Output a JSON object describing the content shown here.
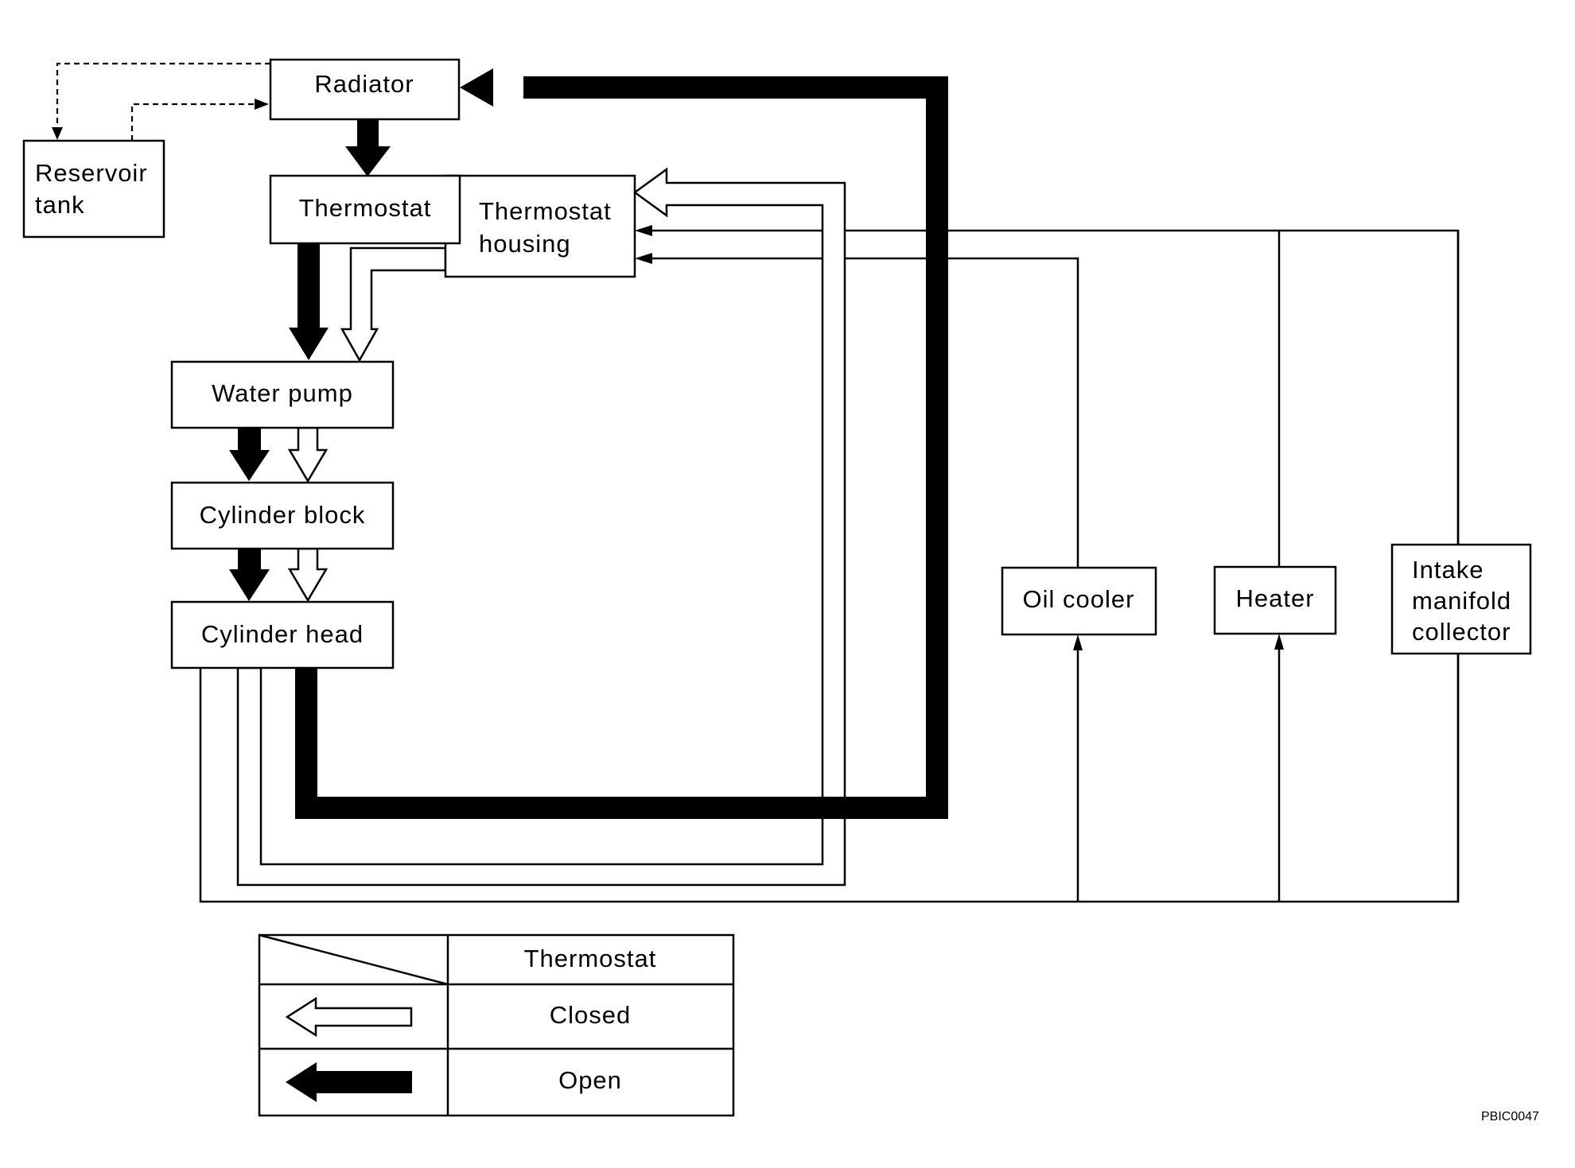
{
  "components": {
    "radiator": "Radiator",
    "reservoir_tank_line1": "Reservoir",
    "reservoir_tank_line2": "tank",
    "thermostat": "Thermostat",
    "thermostat_housing_line1": "Thermostat",
    "thermostat_housing_line2": "housing",
    "water_pump": "Water pump",
    "cylinder_block": "Cylinder block",
    "cylinder_head": "Cylinder head",
    "oil_cooler": "Oil cooler",
    "heater": "Heater",
    "intake_line1": "Intake",
    "intake_line2": "manifold",
    "intake_line3": "collector"
  },
  "legend": {
    "header": "Thermostat",
    "closed": "Closed",
    "open": "Open"
  },
  "figure_code": "PBIC0047",
  "colors": {
    "line": "#000000",
    "background": "#ffffff"
  }
}
